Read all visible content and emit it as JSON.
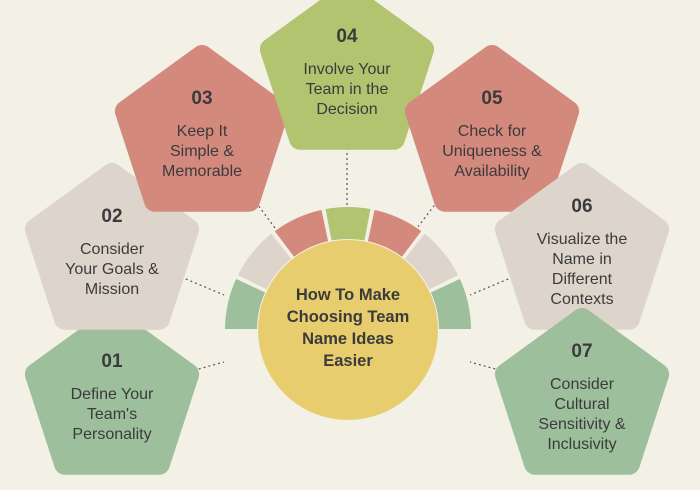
{
  "center": {
    "lines": [
      "How To Make",
      "Choosing Team",
      "Name Ideas",
      "Easier"
    ]
  },
  "colors": {
    "background": "#f3f0e6",
    "green": "#9dbf9b",
    "beige": "#ddd5cc",
    "red": "#d4897d",
    "olive": "#b3c471",
    "center": "#e8cd6e"
  },
  "steps": [
    {
      "number": "01",
      "lines": [
        "Define Your",
        "Team's",
        "Personality"
      ],
      "color": "#9dbf9b"
    },
    {
      "number": "02",
      "lines": [
        "Consider",
        "Your Goals &",
        "Mission"
      ],
      "color": "#ddd5cc"
    },
    {
      "number": "03",
      "lines": [
        "Keep It",
        "Simple &",
        "Memorable"
      ],
      "color": "#d4897d"
    },
    {
      "number": "04",
      "lines": [
        "Involve Your",
        "Team in the",
        "Decision"
      ],
      "color": "#b3c471"
    },
    {
      "number": "05",
      "lines": [
        "Check for",
        "Uniqueness &",
        "Availability"
      ],
      "color": "#d4897d"
    },
    {
      "number": "06",
      "lines": [
        "Visualize the",
        "Name in",
        "Different",
        "Contexts"
      ],
      "color": "#ddd5cc"
    },
    {
      "number": "07",
      "lines": [
        "Consider",
        "Cultural",
        "Sensitivity &",
        "Inclusivity"
      ],
      "color": "#9dbf9b"
    }
  ]
}
